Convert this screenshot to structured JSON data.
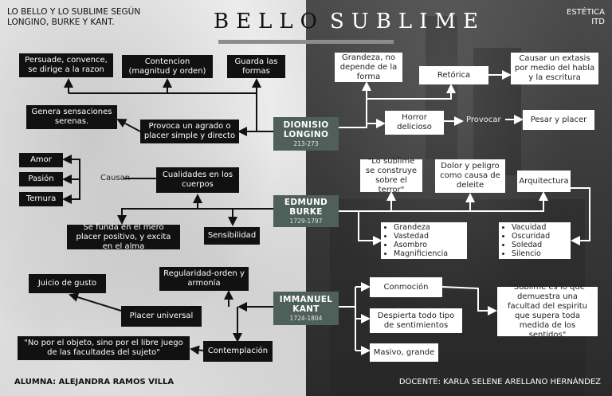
{
  "header": {
    "doc_title_line1": "LO BELLO Y LO SUBLIME SEGÚN",
    "doc_title_line2": "LONGINO, BURKE Y KANT.",
    "bello": "BELLO",
    "sublime": "SUBLIME",
    "subject_line1": "ESTÉTICA",
    "subject_line2": "ITD"
  },
  "footer": {
    "student": "ALUMNA: ALEJANDRA RAMOS VILLA",
    "teacher": "DOCENTE: KARLA SELENE ARELLANO HERNÁNDEZ"
  },
  "authors": {
    "longino": {
      "name_line1": "DIONISIO",
      "name_line2": "LONGINO",
      "years": "213-273"
    },
    "burke": {
      "name": "EDMUND BURKE",
      "years": "1729-1797"
    },
    "kant": {
      "name_line1": "IMMANUEL",
      "name_line2": "KANT",
      "years": "1724-1804"
    }
  },
  "bello": {
    "longino": {
      "persuade": "Persuade, convence, se dirige a la razon",
      "contencion": "Contencion (magnitud y orden)",
      "guarda": "Guarda las formas",
      "genera": "Genera sensaciones serenas.",
      "provoca": "Provoca un agrado o placer simple y directo"
    },
    "burke": {
      "amor": "Amor",
      "pasion": "Pasión",
      "ternura": "Ternura",
      "causan": "Causan",
      "cualidades": "Cualidades en los cuerpos",
      "se_funda": "Se funda en el mero placer positivo, y excita en el alma",
      "sensibilidad": "Sensibilidad"
    },
    "kant": {
      "juicio": "Juicio de gusto",
      "regularidad": "Regularidad-orden y armonía",
      "placer_universal": "Placer universal",
      "no_por": "\"No por el objeto, sino por el libre juego de las facultades del sujeto\"",
      "contemplacion": "Contemplación"
    }
  },
  "sublime": {
    "longino": {
      "grandeza": "Grandeza, no depende de la forma",
      "retorica": "Retórica",
      "causar": "Causar un extasis por medio del habla y la escritura",
      "horror": "Horror delicioso",
      "provocar": "Provocar",
      "pesar": "Pesar y placer"
    },
    "burke": {
      "lo_sublime": "\"Lo sublime se construye sobre el terror\"",
      "dolor": "Dolor y peligro como causa de deleite",
      "arquitectura": "Arquitectura",
      "list1": [
        "Grandeza",
        "Vastedad",
        "Asombro",
        "Magnificiencia"
      ],
      "list2": [
        "Vacuidad",
        "Oscuridad",
        "Soledad",
        "Silencio"
      ]
    },
    "kant": {
      "conmocion": "Conmoción",
      "despierta": "Despierta todo tipo de sentimientos",
      "masivo": "Masivo, grande",
      "quote": "\"Sublime es lo que demuestra una facultad del espiritu que supera toda medida de los sentidos\""
    }
  },
  "colors": {
    "node": "#4f5f5a",
    "dark_box": "#111111",
    "light_box": "#ffffff",
    "divider": "#8c8c8c"
  }
}
